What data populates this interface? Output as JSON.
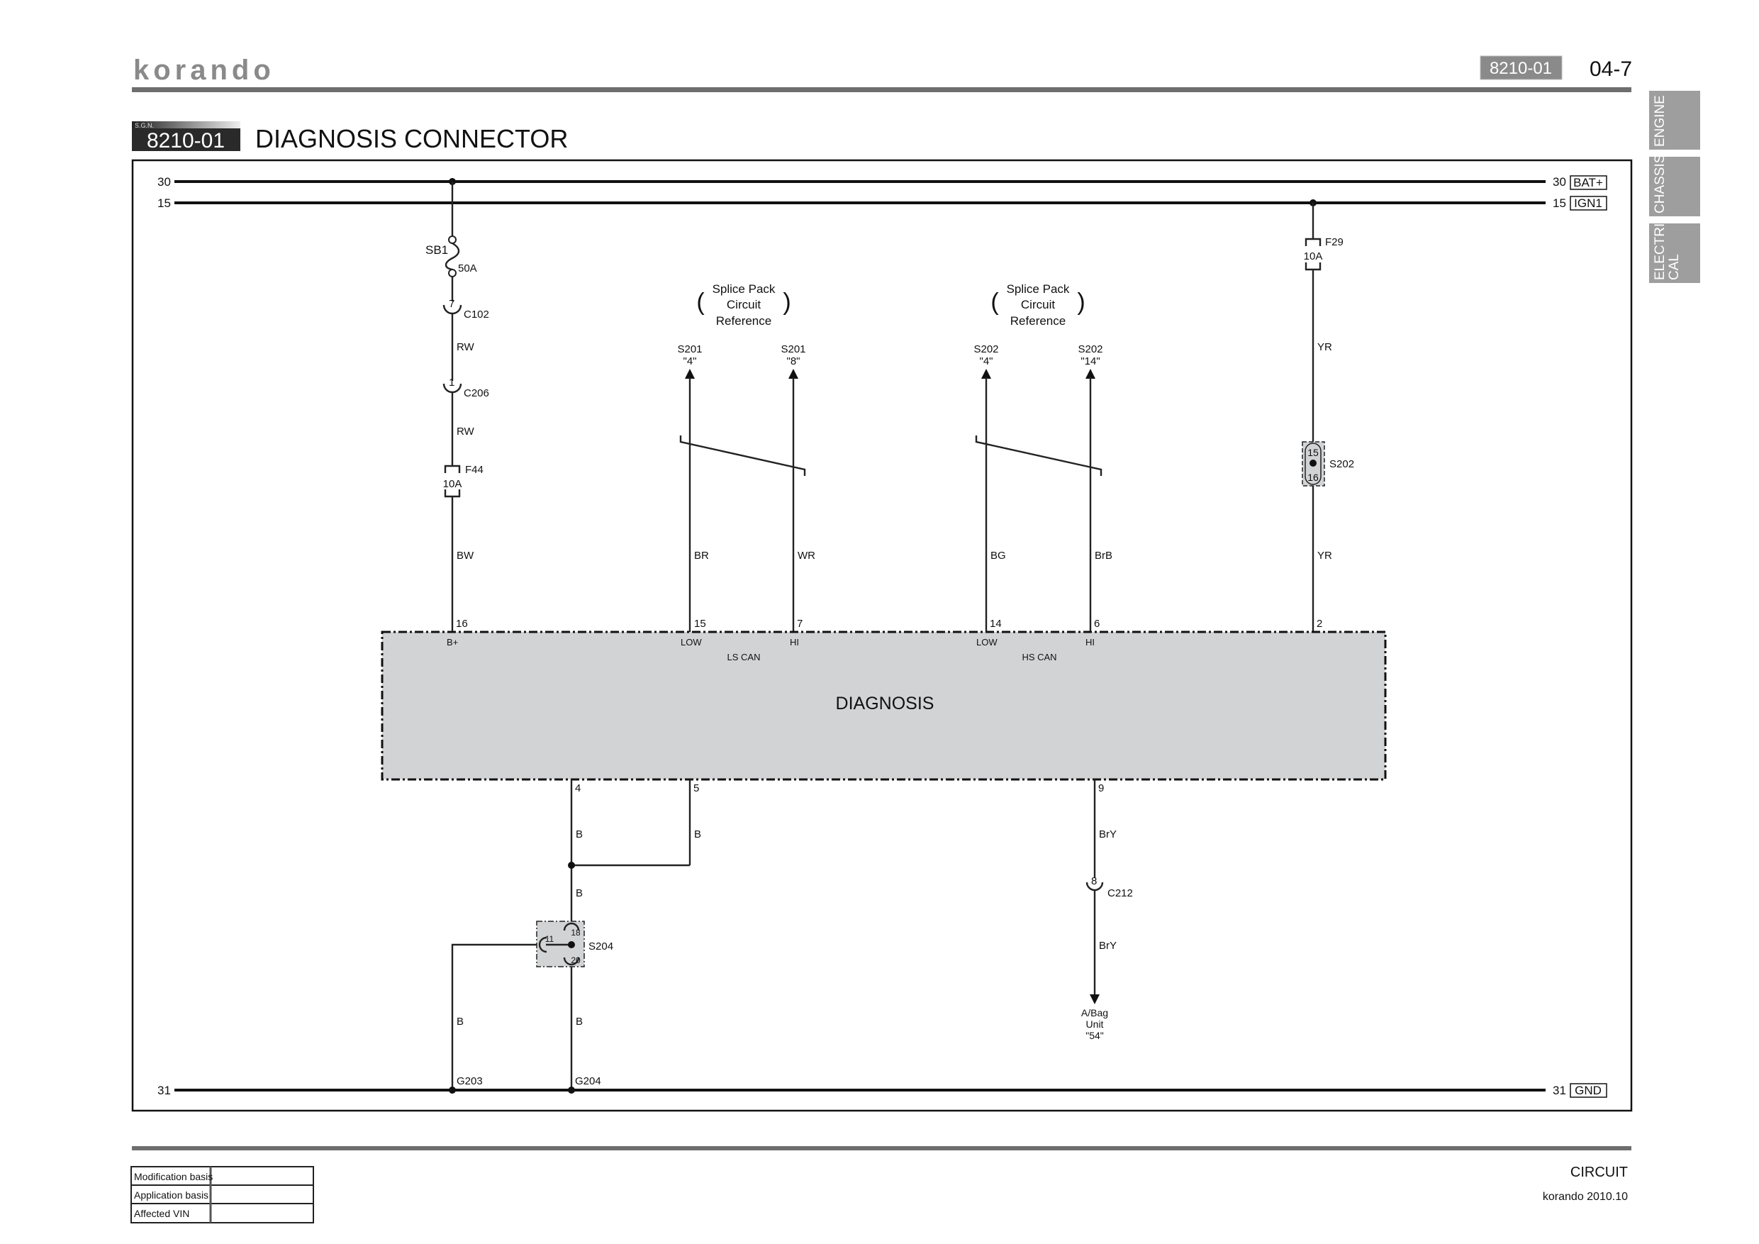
{
  "header": {
    "brand_logo": "korando",
    "section_badge": "8210-01",
    "page_number": "04-7"
  },
  "side_tabs": [
    "ENGINE",
    "CHASSIS",
    "ELECTRI CAL"
  ],
  "title": {
    "sgn_label": "S.G.N.",
    "code": "8210-01",
    "text": "DIAGNOSIS CONNECTOR"
  },
  "buses": {
    "b30": {
      "num": "30",
      "tag": "BAT+"
    },
    "b15": {
      "num": "15",
      "tag": "IGN1"
    },
    "b31": {
      "num": "31",
      "tag": "GND"
    }
  },
  "left_circuit": {
    "fuse_sb1": "SB1",
    "fuse_sb1_rating": "50A",
    "c102": "C102",
    "c102_pin": "7",
    "wire1": "RW",
    "c206": "C206",
    "c206_pin": "1",
    "wire2": "RW",
    "fuse_f44": "F44",
    "fuse_f44_rating": "10A",
    "wire3": "BW"
  },
  "splice_ref": {
    "line1": "Splice Pack",
    "line2": "Circuit",
    "line3": "Reference"
  },
  "can_refs": [
    {
      "name": "S201",
      "pin": "\"4\"",
      "wire": "BR"
    },
    {
      "name": "S201",
      "pin": "\"8\"",
      "wire": "WR"
    },
    {
      "name": "S202",
      "pin": "\"4\"",
      "wire": "BG"
    },
    {
      "name": "S202",
      "pin": "\"14\"",
      "wire": "BrB"
    }
  ],
  "right_circuit": {
    "fuse_f29": "F29",
    "fuse_f29_rating": "10A",
    "wire1": "YR",
    "splice": "S202",
    "splice_pin_top": "15",
    "splice_pin_bottom": "16",
    "wire2": "YR"
  },
  "diagnosis": {
    "name": "DIAGNOSIS",
    "top_pins": [
      "16",
      "15",
      "7",
      "14",
      "6",
      "2"
    ],
    "pin_functions": [
      "B+",
      "LOW",
      "HI",
      "LOW",
      "HI"
    ],
    "ls_can": "LS CAN",
    "hs_can": "HS CAN",
    "bottom_pins": [
      "4",
      "5",
      "9"
    ]
  },
  "ground_circuit": {
    "wire_b": "B",
    "splice": "S204",
    "splice_pins": [
      "18",
      "11",
      "20"
    ],
    "g203": "G203",
    "g204": "G204"
  },
  "airbag_circuit": {
    "wire": "BrY",
    "c212": "C212",
    "c212_pin": "8",
    "dest_line1": "A/Bag",
    "dest_line2": "Unit",
    "dest_line3": "\"54\""
  },
  "footer": {
    "table": [
      {
        "label": "Modification basis",
        "value": ""
      },
      {
        "label": "Application basis",
        "value": ""
      },
      {
        "label": "Affected VIN",
        "value": ""
      }
    ],
    "category": "CIRCUIT",
    "edition": "korando 2010.10"
  },
  "colors": {
    "rule": "#6e6e6e",
    "badge": "#8a8a8a",
    "tab": "#9e9e9e",
    "module_fill": "#d2d3d5"
  }
}
